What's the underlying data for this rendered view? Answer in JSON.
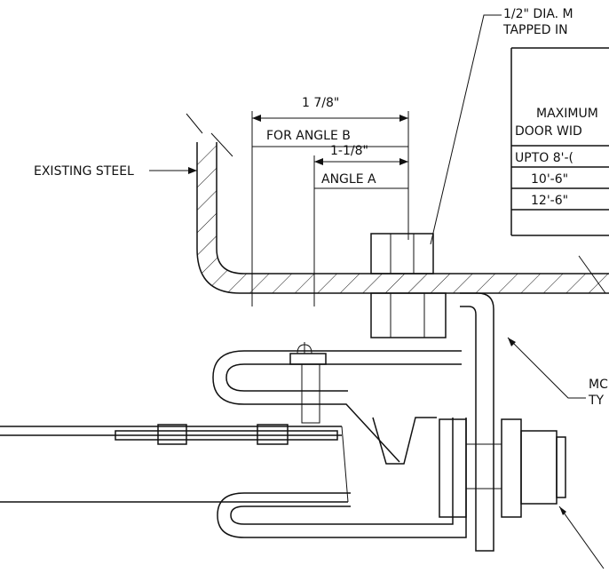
{
  "labels": {
    "bolt_note_line1": "1/2\" DIA. M",
    "bolt_note_line2": "TAPPED IN",
    "dim_for_angle_b_value": "1 7/8\"",
    "dim_for_angle_b_label": "FOR ANGLE B",
    "dim_angle_a_value": "1-1/8\"",
    "dim_angle_a_label": "ANGLE A",
    "existing_steel": "EXISTING STEEL",
    "mount_note_line1": "MC",
    "mount_note_line2": "TY"
  },
  "table": {
    "header_line1": "MAXIMUM",
    "header_line2": "DOOR WID",
    "rows": [
      "UPTO 8'-(",
      "10'-6\"",
      "12'-6\""
    ]
  }
}
